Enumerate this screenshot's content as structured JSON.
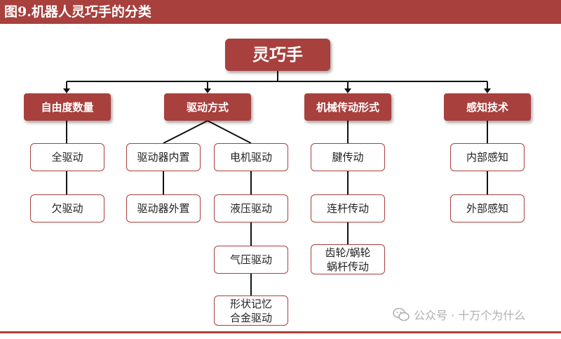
{
  "figure_title": "图9.机器人灵巧手的分类",
  "root": "灵巧手",
  "categories": {
    "dof": "自由度数量",
    "drive_mode": "驱动方式",
    "transmission": "机械传动形式",
    "sensing": "感知技术"
  },
  "dof_items": [
    "全驱动",
    "欠驱动"
  ],
  "drive_placement": [
    "驱动器内置",
    "驱动器外置"
  ],
  "drive_types": [
    "电机驱动",
    "液压驱动",
    "气压驱动",
    "形状记忆\n合金驱动"
  ],
  "transmission_items": [
    "腱传动",
    "连杆传动",
    "齿轮/蜗轮\n蜗杆传动"
  ],
  "sensing_items": [
    "内部感知",
    "外部感知"
  ],
  "watermark": {
    "text": "公众号 · 十万个为什么",
    "icon": "wechat-icon"
  },
  "colors": {
    "accent": "#a8403d",
    "line": "#111111"
  }
}
